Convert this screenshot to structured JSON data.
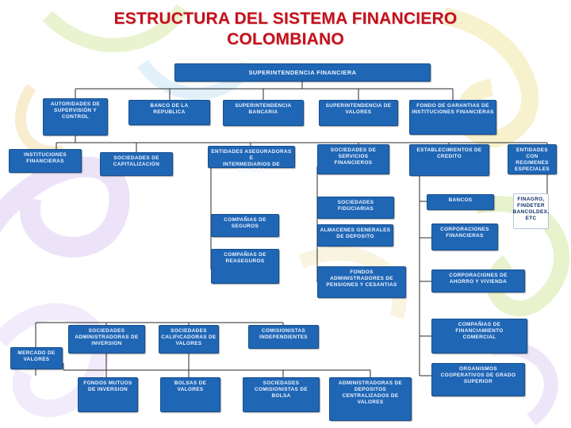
{
  "title": {
    "line1": "ESTRUCTURA DEL SISTEMA FINANCIERO",
    "line2": "COLOMBIANO"
  },
  "boxes": {
    "superintendencia_financiera": "SUPERINTENDENCIA FINANCIERA",
    "autoridades_supervision": "AUTORIDADES DE\nSUPERVISIÓN Y\nCONTROL",
    "banco_republica": "BANCO DE LA\nREPUBLICA",
    "superintendencia_bancaria": "SUPERINTENDENCIA\nBANCARIA",
    "superintendencia_valores": "SUPERINTENDENCIA DE\nVALORES",
    "fondo_garantias": "FONDO DE GARANTIAS DE\nINSTITUCIONES FINANCIERAS",
    "instituciones_financieras": "INSTITUCIONES\nFINANCIERAS",
    "sociedades_capitalizacion": "SOCIEDADES DE\nCAPITALIZACIÓN",
    "entidades_aseguradoras": "ENTIDADES ASEGURADORAS E\nINTERMEDIARIOS DE SEGUROS",
    "sociedades_servicios": "SOCIEDADES DE\nSERVICIOS\nFINANCIEROS",
    "establecimientos_credito": "ESTABLECIMIENTOS DE\nCREDITO",
    "entidades_regimenes": "ENTIDADES CON\nREGIMENES\nESPECIALES",
    "sociedades_fiduciarias": "SOCIEDADES\nFIDUCIARIAS",
    "bancos": "BANCOS",
    "finagro": "FINAGRO,\nFINDETER\nBANCOLDEX,\nETC",
    "companias_seguros": "COMPAÑIAS DE\nSEGUROS",
    "almacenes_deposito": "ALMACENES GENERALES\nDE DEPOSITO",
    "corporaciones_financieras": "CORPORACIONES\nFINANCIERAS",
    "companias_reaseguros": "COMPAÑIAS DE\nREASEGUROS",
    "fondos_pensiones": "FONDOS\nADMINISTRADORES DE\nPENSIONES Y CESANTIAS",
    "corporaciones_ahorro": "CORPORACIONES DE\nAHORRO Y VIVIENDA",
    "companias_financiamiento": "COMPAÑIAS DE\nFINANCIAMIENTO\nCOMERCIAL",
    "sociedades_inversion": "SOCIEDADES\nADMINISTRADORAS DE\nINVERSION",
    "sociedades_calificadoras": "SOCIEDADES\nCALIFICADORAS DE\nVALORES",
    "comisionistas_independientes": "COMISIONISTAS\nINDEPENDIENTES",
    "organismos_cooperativos": "ORGANISMOS\nCOOPERATIVOS DE GRADO\nSUPERIOR",
    "mercado_valores": "MERCADO DE\nVALORES",
    "fondos_mutuos": "FONDOS MUTUOS\nDE INVERSION",
    "bolsas_valores": "BOLSAS DE\nVALORES",
    "sociedades_comisionistas": "SOCIEDADES\nCOMISIONISTAS DE\nBOLSA",
    "admin_depositos": "ADMINISTRADORAS DE\nDEPOSITOS\nCENTRALIZADOS DE\nVALORES"
  },
  "colors": {
    "title": "#c4101b",
    "box_fill": "#1f66b5",
    "box_text": "#eef4ff",
    "connector": "#2a2a2a"
  }
}
